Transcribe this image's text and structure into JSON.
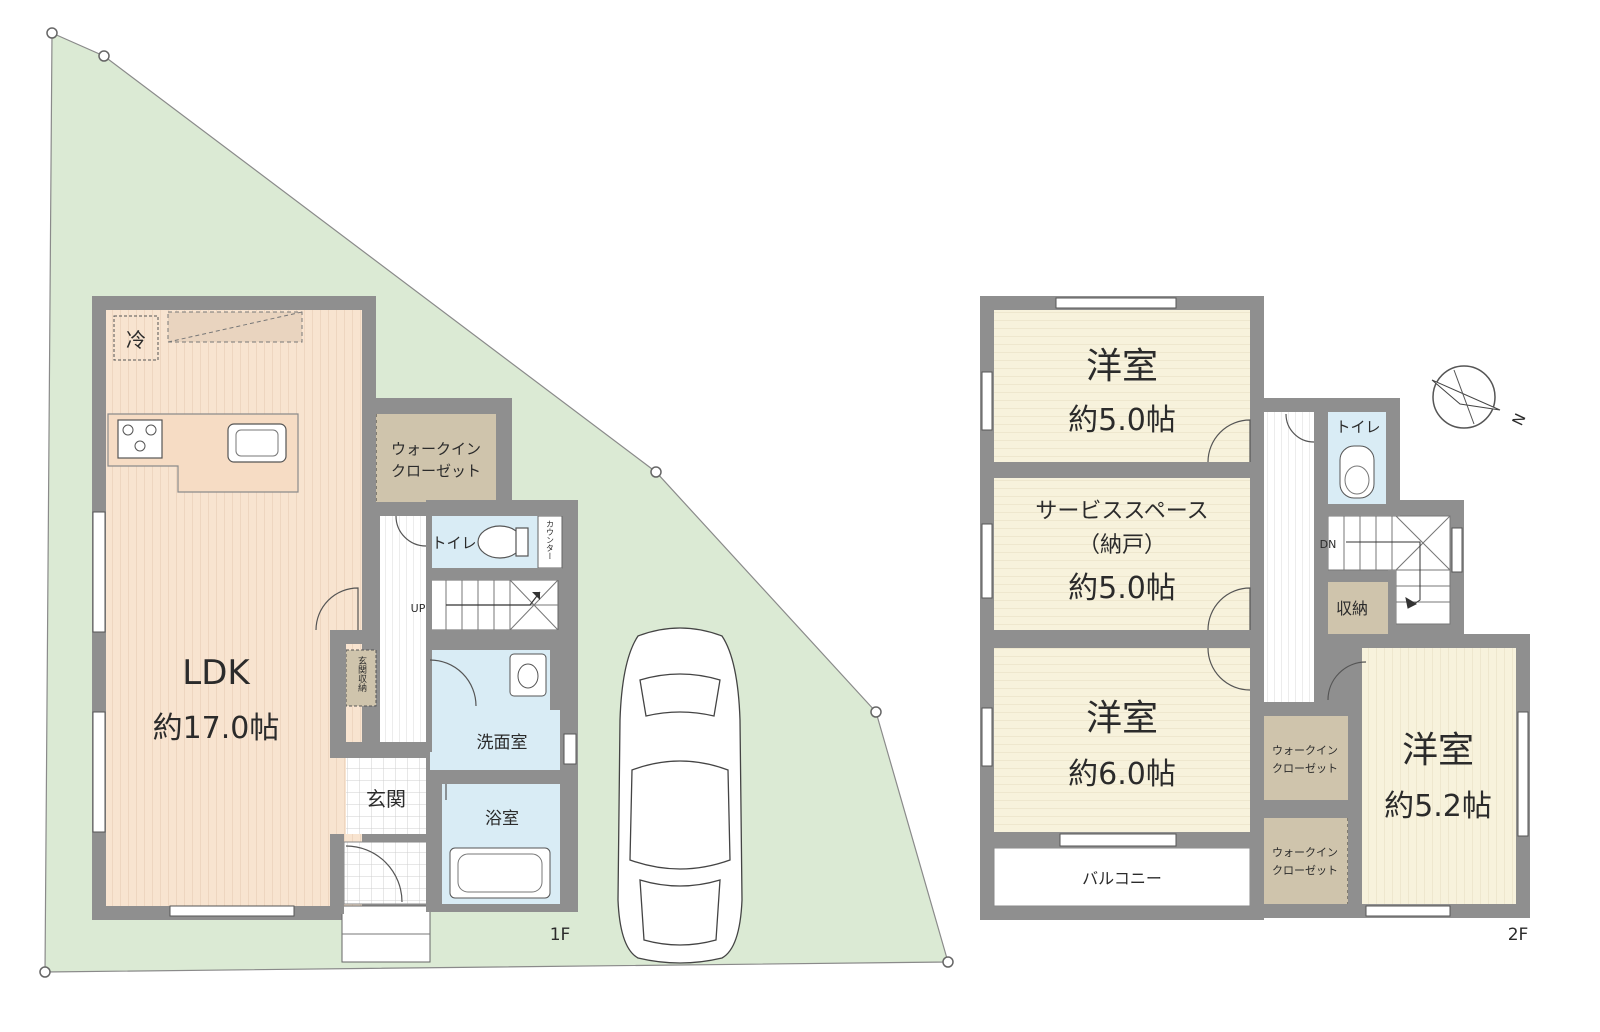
{
  "colors": {
    "lot": "#dbead4",
    "wall": "#8f8f8f",
    "ldk": "#f8e4d0",
    "bedroom": "#f7f2dc",
    "wet": "#d9ecf5",
    "closet": "#cfc4ac",
    "balcony": "#ffffff"
  },
  "floor1": {
    "label": "1F",
    "ldk": {
      "name": "LDK",
      "size": "約17.0帖"
    },
    "fridge": "冷",
    "walkin_closet": {
      "line1": "ウォークイン",
      "line2": "クローゼット"
    },
    "toilet": "トイレ",
    "counter": "カウンター",
    "stairs_up": "UP",
    "entrance_storage": "玄関収納",
    "washroom": "洗面室",
    "entrance": "玄関",
    "bathroom": "浴室"
  },
  "floor2": {
    "label": "2F",
    "room_top": {
      "name": "洋室",
      "size": "約5.0帖"
    },
    "service_space": {
      "name": "サービススペース",
      "sub": "（納戸）",
      "size": "約5.0帖"
    },
    "room_mid": {
      "name": "洋室",
      "size": "約6.0帖"
    },
    "room_right": {
      "name": "洋室",
      "size": "約5.2帖"
    },
    "toilet": "トイレ",
    "stairs_down": "DN",
    "storage": "収納",
    "walkin_closet_1": {
      "line1": "ウォークイン",
      "line2": "クローゼット"
    },
    "walkin_closet_2": {
      "line1": "ウォークイン",
      "line2": "クローゼット"
    },
    "balcony": "バルコニー"
  },
  "compass": {
    "north": "N"
  }
}
